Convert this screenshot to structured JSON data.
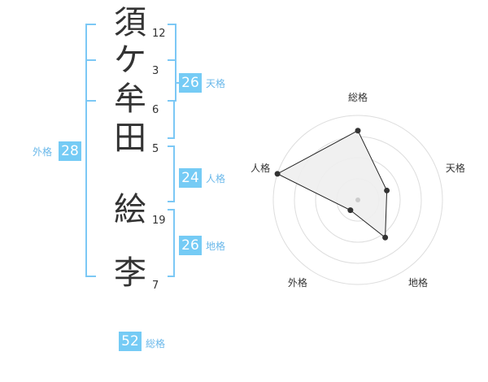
{
  "colors": {
    "bracket": "#7cc8f5",
    "badge_bg": "#75cbf5",
    "label": "#6ab8ea",
    "text": "#333333",
    "radar_fill": "#eeeeee",
    "radar_grid": "#dddddd",
    "radar_line": "#222222"
  },
  "name": {
    "characters": [
      {
        "char": "須",
        "strokes": "12"
      },
      {
        "char": "ケ",
        "strokes": "3"
      },
      {
        "char": "牟",
        "strokes": "6"
      },
      {
        "char": "田",
        "strokes": "5"
      },
      {
        "char": "絵",
        "strokes": "19"
      },
      {
        "char": "李",
        "strokes": "7"
      }
    ]
  },
  "fortune": {
    "tenkaku": {
      "value": "26",
      "label": "天格"
    },
    "jinkaku": {
      "value": "24",
      "label": "人格"
    },
    "chikaku": {
      "value": "26",
      "label": "地格"
    },
    "gaikaku": {
      "value": "28",
      "label": "外格"
    },
    "soukaku": {
      "value": "52",
      "label": "総格"
    }
  },
  "radar": {
    "axes": [
      "総格",
      "天格",
      "地格",
      "外格",
      "人格"
    ],
    "values": [
      0.82,
      0.36,
      0.55,
      0.15,
      1.0
    ],
    "max": 1.0,
    "rings": 4
  }
}
